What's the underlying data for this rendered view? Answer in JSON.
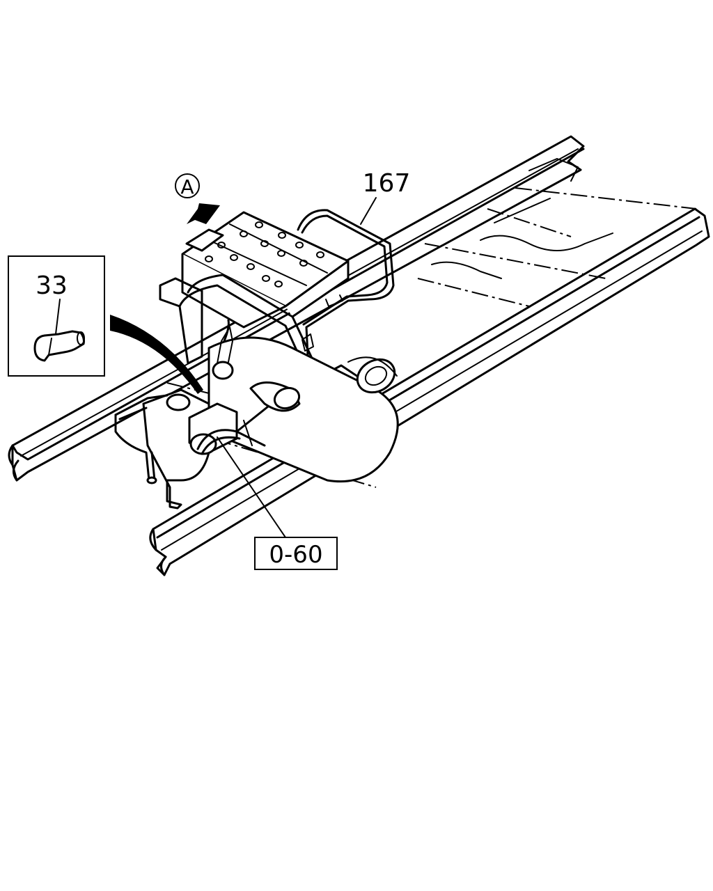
{
  "diagram": {
    "callouts": {
      "view_marker": "A",
      "part_167": "167",
      "part_33": "33",
      "ref_box": "0-60"
    }
  }
}
